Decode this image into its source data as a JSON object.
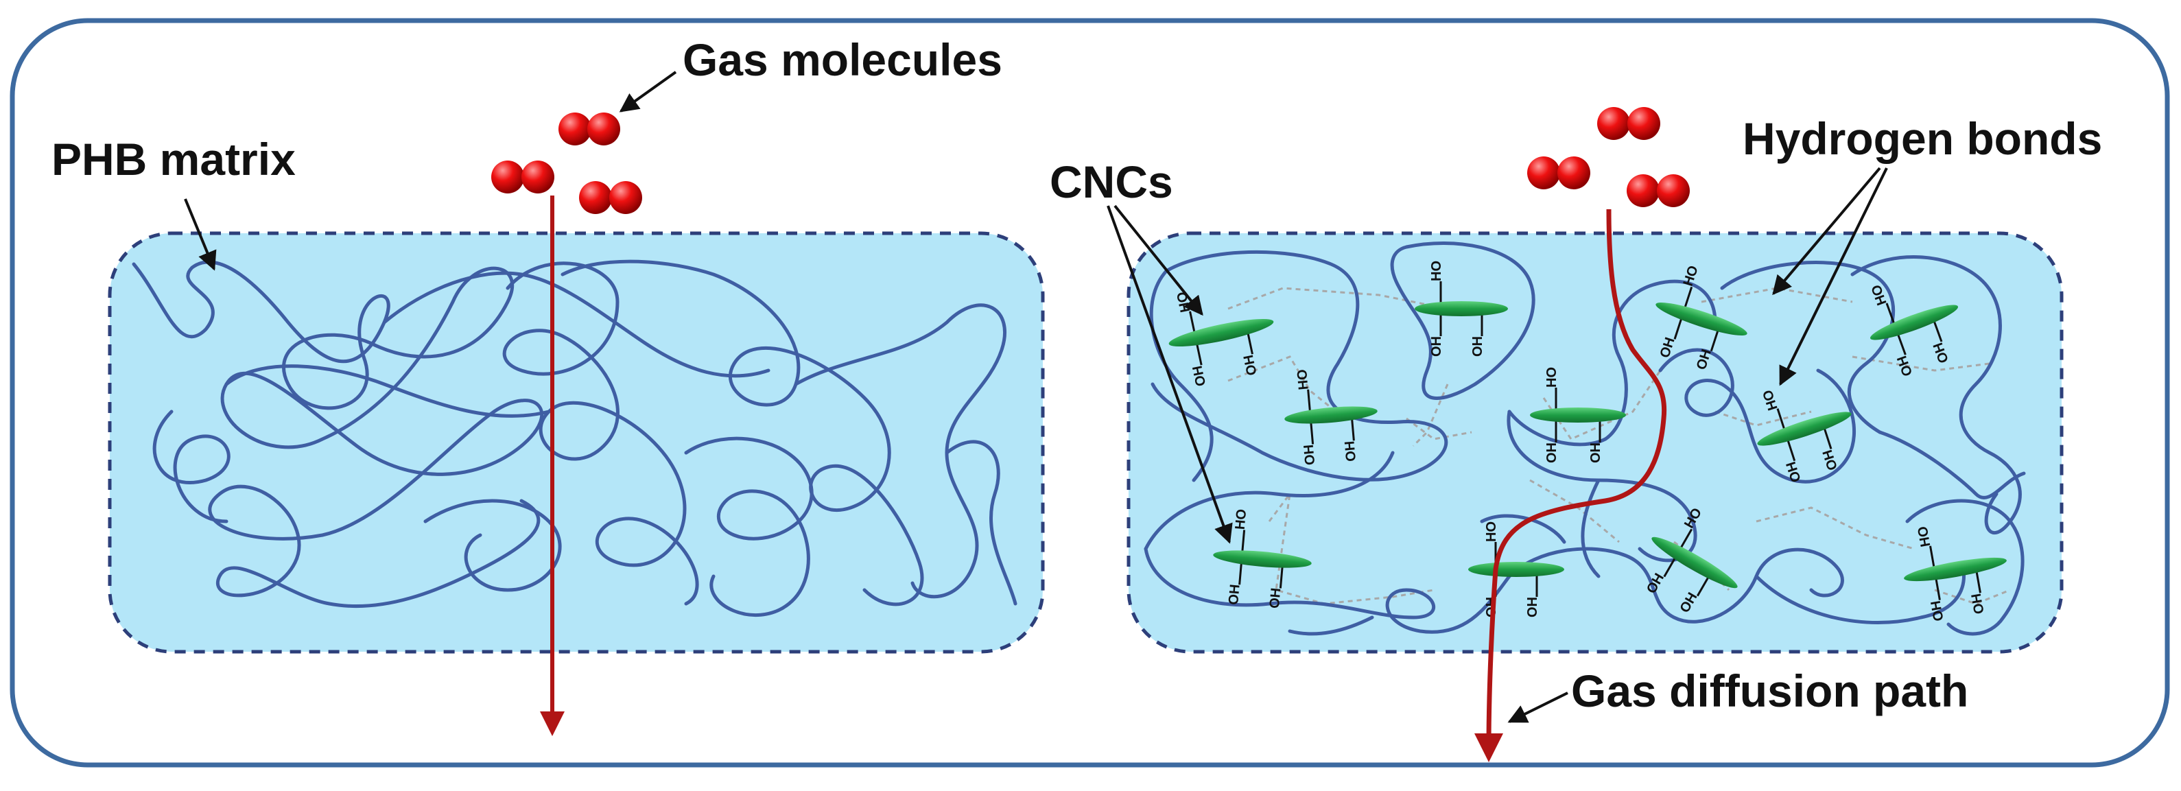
{
  "labels": {
    "left_matrix": "PHB matrix",
    "gas_molecules": "Gas molecules",
    "cncs": "CNCs",
    "hydrogen_bonds": "Hydrogen bonds",
    "gas_path": "Gas diffusion path",
    "hydroxyl": "OH",
    "hydroxyl_rev": "HO"
  },
  "colors": {
    "frame": "#3d6aa0",
    "matrix_fill": "#b4e6f8",
    "matrix_border": "#2d3f7a",
    "polymer": "#3f5ea3",
    "gas_molecule": "#e00a0a",
    "diffusion_path": "#b01515",
    "cnc": "#1fa34a",
    "h_bond": "#b0b0b0"
  },
  "icons": {
    "gas_molecule": "red-diatomic-sphere-icon",
    "cnc": "green-rod-icon"
  }
}
